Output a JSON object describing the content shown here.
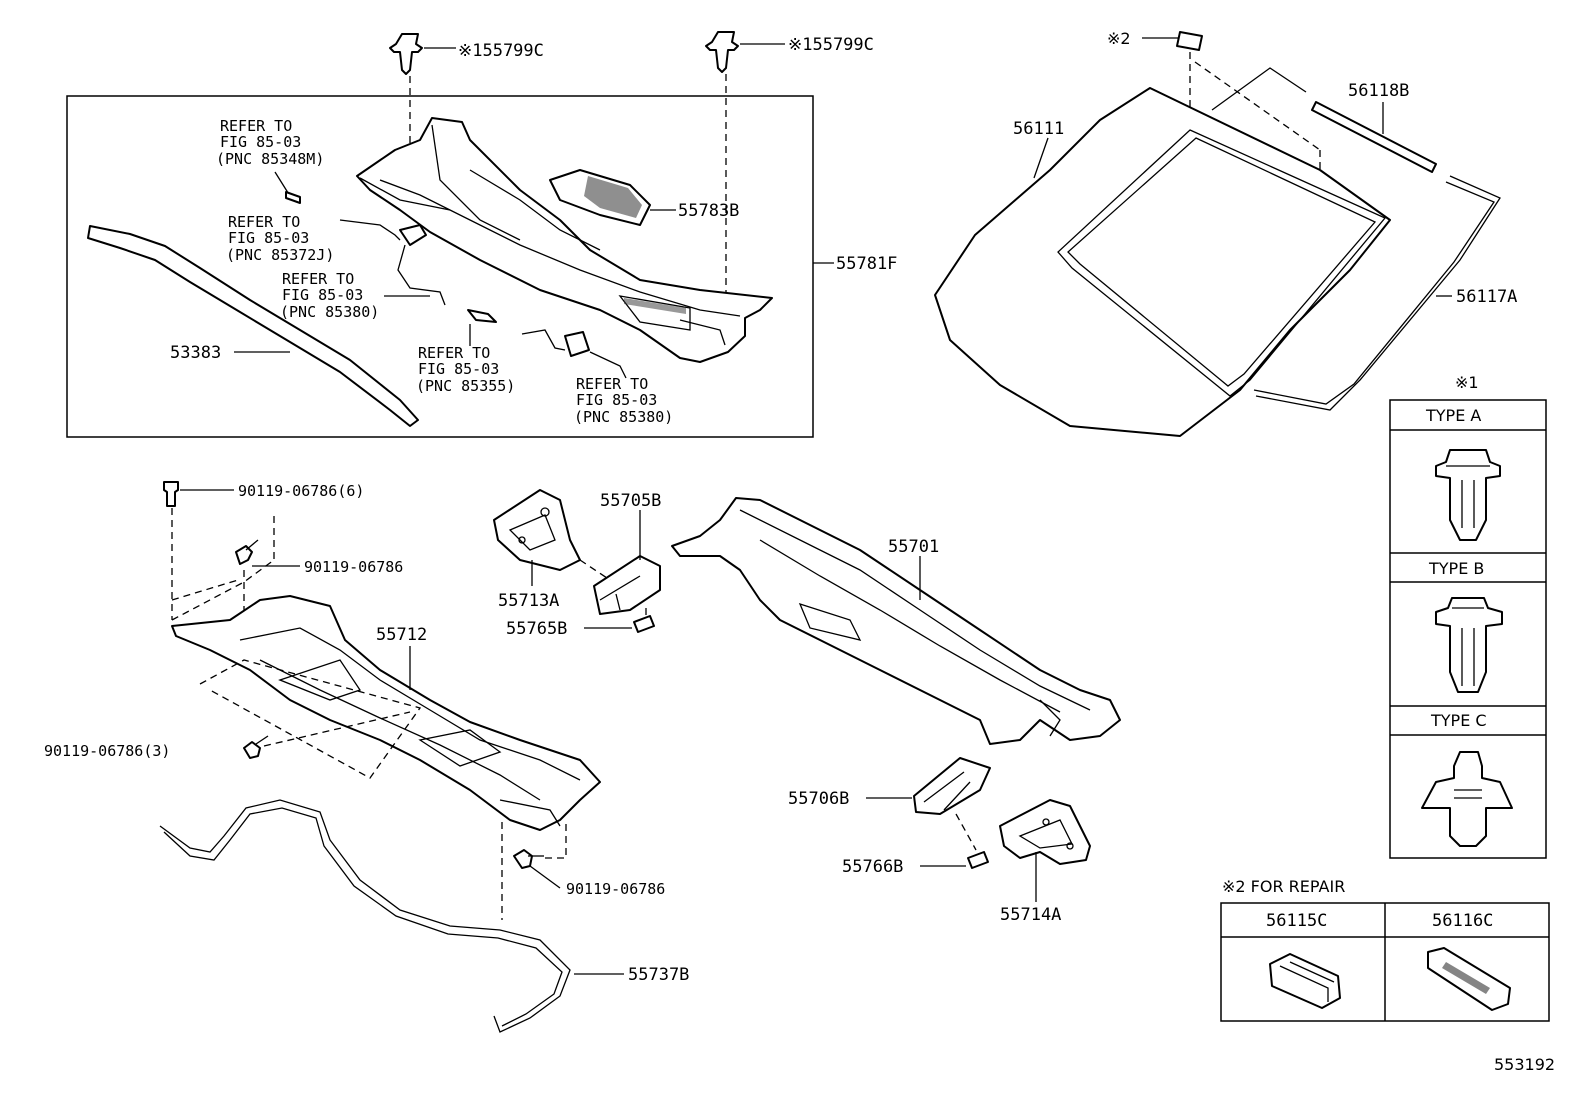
{
  "parts": {
    "clip_155799c_left": "※155799C",
    "clip_155799c_right": "※155799C",
    "refer_85348m": [
      "REFER TO",
      "FIG 85-03",
      "(PNC 85348M)"
    ],
    "refer_85372j": [
      "REFER TO",
      "FIG 85-03",
      "(PNC 85372J)"
    ],
    "refer_85380_a": [
      "REFER TO",
      "FIG 85-03",
      "(PNC 85380)"
    ],
    "refer_85355": [
      "REFER TO",
      "FIG 85-03",
      "(PNC 85355)"
    ],
    "refer_85380_b": [
      "REFER TO",
      "FIG 85-03",
      "(PNC 85380)"
    ],
    "p55783b": "55783B",
    "p55781f": "55781F",
    "p53383": "53383",
    "note2_marker": "※2",
    "p56111": "56111",
    "p56118b": "56118B",
    "p56117a": "56117A",
    "bolt_6": "90119-06786(6)",
    "bolt_a": "90119-06786",
    "bolt_3": "90119-06786(3)",
    "bolt_b": "90119-06786",
    "p55712": "55712",
    "p55737b": "55737B",
    "p55705b": "55705B",
    "p55713a": "55713A",
    "p55765b": "55765B",
    "p55701": "55701",
    "p55706b": "55706B",
    "p55766b": "55766B",
    "p55714a": "55714A"
  },
  "clip_types": {
    "title": "※1",
    "types": [
      "TYPE  A",
      "TYPE  B",
      "TYPE  C"
    ]
  },
  "repair": {
    "title": "※2 FOR REPAIR",
    "items": [
      "56115C",
      "56116C"
    ]
  },
  "figure_id": "553192"
}
